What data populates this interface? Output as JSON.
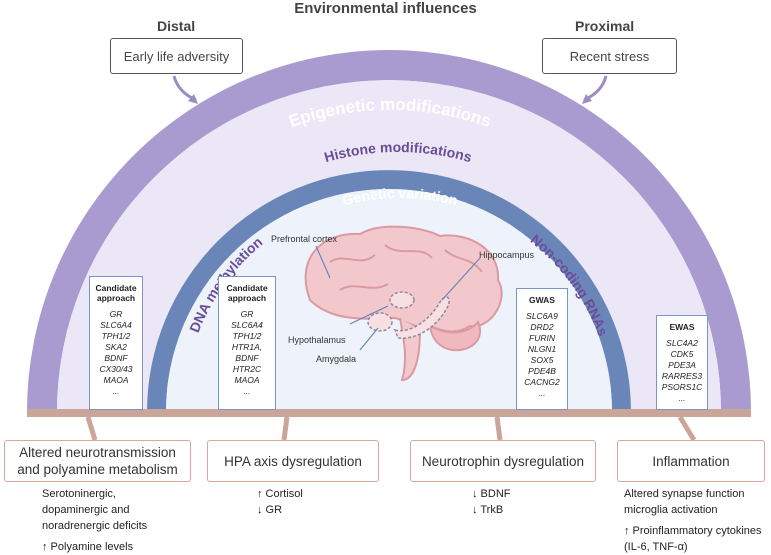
{
  "title": "Environmental influences",
  "distal": {
    "label": "Distal",
    "box": "Early life adversity"
  },
  "proximal": {
    "label": "Proximal",
    "box": "Recent stress"
  },
  "arcs": {
    "epigenetic": "Epigenetic modifications",
    "histone": "Histone modifications",
    "dna": "DNA methylation",
    "noncoding": "Non-coding RNAs",
    "genetic": "Genetic variation"
  },
  "brain": {
    "prefrontal": "Prefrontal cortex",
    "hippocampus": "Hippocampus",
    "hypothalamus": "Hypothalamus",
    "amygdala": "Amygdala"
  },
  "lists": [
    {
      "header": [
        "Candidate",
        "approach"
      ],
      "genes": [
        "GR",
        "SLC6A4",
        "TPH1/2",
        "SKA2",
        "BDNF",
        "CX30/43",
        "MAOA",
        "..."
      ]
    },
    {
      "header": [
        "Candidate",
        "approach"
      ],
      "genes": [
        "GR",
        "SLC6A4",
        "TPH1/2",
        "HTR1A,",
        "BDNF",
        "HTR2C",
        "MAOA",
        "..."
      ]
    },
    {
      "header": [
        "GWAS"
      ],
      "genes": [
        "SLC6A9",
        "DRD2",
        "FURIN",
        "NLGN1",
        "SOX5",
        "PDE4B",
        "CACNG2",
        "..."
      ]
    },
    {
      "header": [
        "EWAS"
      ],
      "genes": [
        "SLC4A2",
        "CDK5",
        "PDE3A",
        "RARRES3",
        "PSORS1C",
        "..."
      ]
    }
  ],
  "outcomes": [
    {
      "label": [
        "Altered neurotransmission",
        "and polyamine metabolism"
      ],
      "notes": [
        "Serotoninergic,",
        "dopaminergic and",
        "noradrenergic deficits",
        "↑ Polyamine levels"
      ]
    },
    {
      "label": [
        "HPA axis dysregulation"
      ],
      "notes": [
        "↑ Cortisol",
        "↓ GR"
      ]
    },
    {
      "label": [
        "Neurotrophin dysregulation"
      ],
      "notes": [
        "↓ BDNF",
        "↓ TrkB"
      ]
    },
    {
      "label": [
        "Inflammation"
      ],
      "notes": [
        "Altered synapse function",
        "microglia activation",
        "↑ Proinflammatory cytokines",
        "(IL-6, TNF-α)"
      ]
    }
  ],
  "colors": {
    "outer_arc": "#a99bcf",
    "outer_fill": "#ece7f6",
    "inner_arc": "#6a86b8",
    "inner_fill": "#eef3fb",
    "base_bar": "#c9a59a",
    "arc_text": "#6b4c9a",
    "arrow": "#9b8cc4"
  }
}
